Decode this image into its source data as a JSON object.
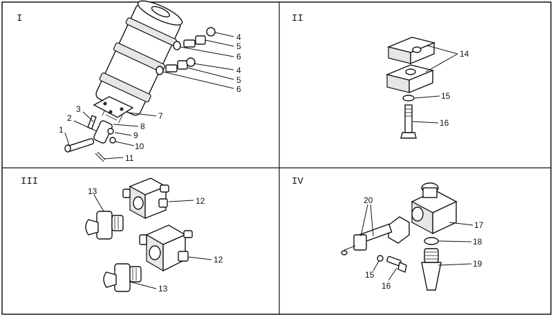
{
  "panels": {
    "p1": {
      "label": "I"
    },
    "p2": {
      "label": "II"
    },
    "p3": {
      "label": "III"
    },
    "p4": {
      "label": "IV"
    }
  },
  "callouts": {
    "p1": [
      "4",
      "5",
      "6",
      "4",
      "5",
      "6",
      "7",
      "3",
      "8",
      "2",
      "9",
      "1",
      "10",
      "11"
    ],
    "p2": [
      "14",
      "15",
      "16"
    ],
    "p3": [
      "13",
      "12",
      "12",
      "13"
    ],
    "p4": [
      "20",
      "17",
      "18",
      "19",
      "15",
      "16"
    ]
  }
}
